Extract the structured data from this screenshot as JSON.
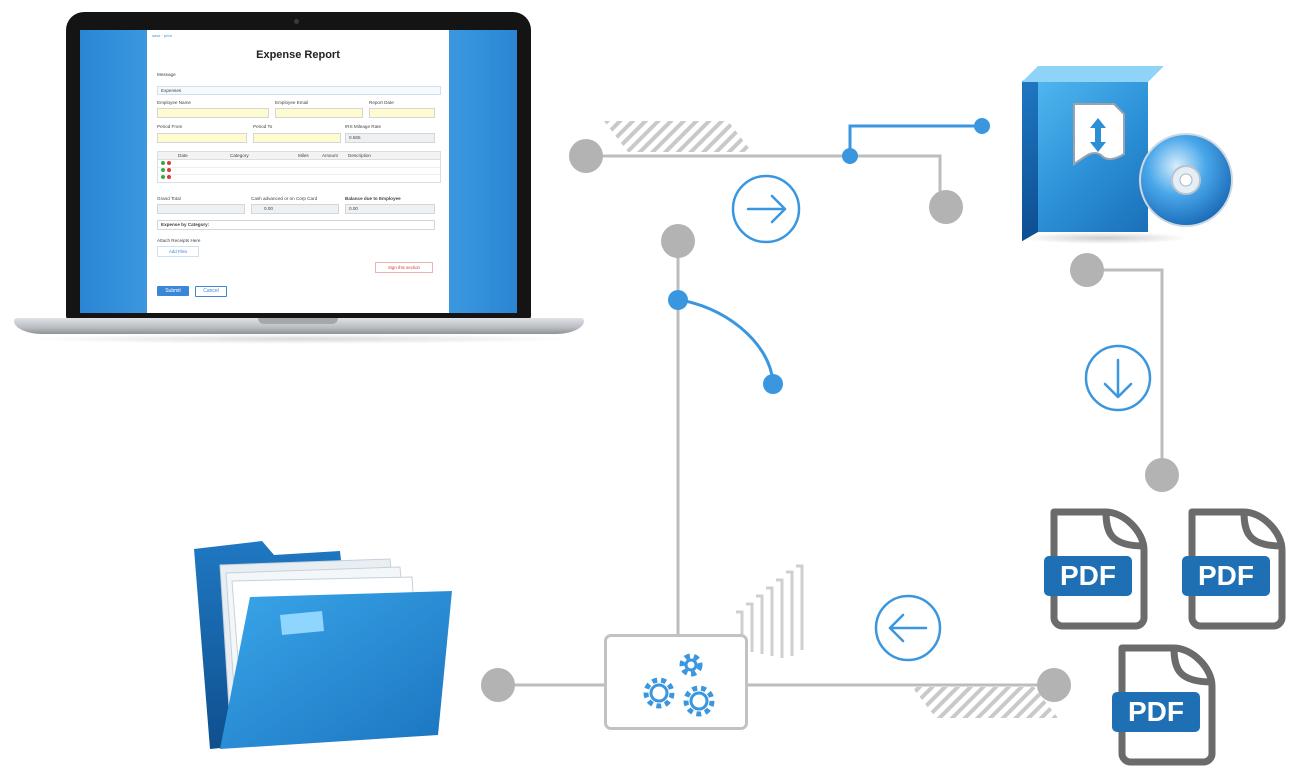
{
  "laptop_form": {
    "toolbar": "save · print",
    "title": "Expense Report",
    "message_label": "Message",
    "expenses_section": "Expenses",
    "employee_name": "Employee Name",
    "employee_email": "Employee Email",
    "report_date": "Report Date",
    "period_from": "Period From",
    "period_to": "Period To",
    "irs_mileage_rate": "IRS Mileage Rate",
    "irs_mileage_value": "0.565",
    "columns": [
      "Date",
      "Category",
      "Miles",
      "Amount",
      "Description"
    ],
    "row_count": 3,
    "grand_total": "Grand Total",
    "cash_advanced": "Cash advanced or on Corp Card",
    "cash_value": "0.00",
    "balance_due": "Balance due to Employee",
    "balance_value": "0.00",
    "expense_by_category": "Expense by Category:",
    "attach_receipts": "Attach Receipts Here",
    "add_files": "Add Files",
    "sign_section": "Sign this section",
    "submit": "Submit",
    "cancel": "Cancel"
  },
  "pdf_icons": {
    "label": "PDF",
    "count": 3,
    "badge_color": "#1f6fb5",
    "frame_color": "#6b6b6b"
  },
  "colors": {
    "accent": "#3a97df",
    "connector": "#bdbdbd",
    "node": "#b3b3b3",
    "folder": "#2b8fd6"
  },
  "icons": {
    "arrow_right": "circle-arrow-right-icon",
    "arrow_down": "circle-arrow-down-icon",
    "arrow_left": "circle-arrow-left-icon",
    "gears": "gears-icon",
    "folder": "folder-icon",
    "software_box": "software-box-icon",
    "disc": "cd-disc-icon"
  }
}
